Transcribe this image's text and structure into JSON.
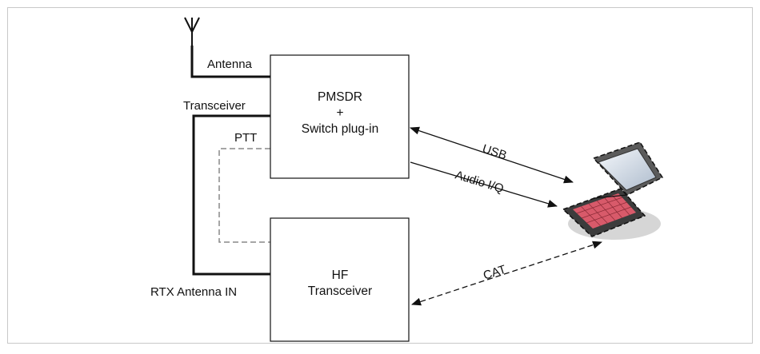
{
  "blocks": {
    "pmsdr": {
      "line1": "PMSDR",
      "line2": "+",
      "line3": "Switch plug-in"
    },
    "hf": {
      "line1": "HF",
      "line2": "Transceiver"
    }
  },
  "labels": {
    "antenna": "Antenna",
    "transceiver": "Transceiver",
    "ptt": "PTT",
    "rtx_antenna_in": "RTX Antenna IN"
  },
  "links": {
    "usb": "USB",
    "audio_iq": "Audio I/Q",
    "cat": "CAT"
  },
  "icons": {
    "antenna": "antenna-icon",
    "laptop": "laptop-icon"
  },
  "colors": {
    "line": "#111111",
    "ptt_dashed": "#888888",
    "keyboard": "#d85a6a",
    "screen": "#cfd8e4"
  }
}
